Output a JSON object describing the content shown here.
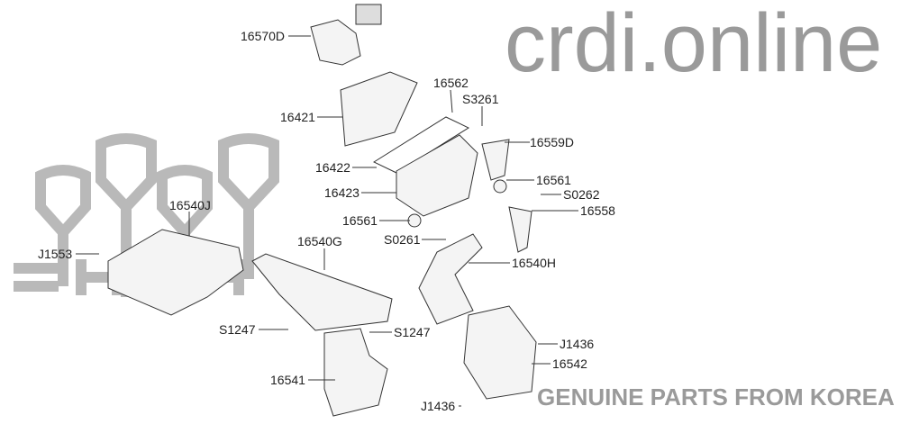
{
  "watermark": {
    "brand": "crdi.online",
    "tagline": "GENUINE PARTS FROM KOREA"
  },
  "callouts": [
    {
      "id": "16570D"
    },
    {
      "id": "16562"
    },
    {
      "id": "S3261"
    },
    {
      "id": "16421"
    },
    {
      "id": "16559D"
    },
    {
      "id": "16422"
    },
    {
      "id": "16561"
    },
    {
      "id": "16423"
    },
    {
      "id": "S0262"
    },
    {
      "id": "16558"
    },
    {
      "id": "16540J"
    },
    {
      "id": "16561"
    },
    {
      "id": "S0261"
    },
    {
      "id": "J1553"
    },
    {
      "id": "16540G"
    },
    {
      "id": "16540H"
    },
    {
      "id": "S1247"
    },
    {
      "id": "S1247"
    },
    {
      "id": "J1436"
    },
    {
      "id": "16542"
    },
    {
      "id": "16541"
    },
    {
      "id": "J1436"
    }
  ]
}
